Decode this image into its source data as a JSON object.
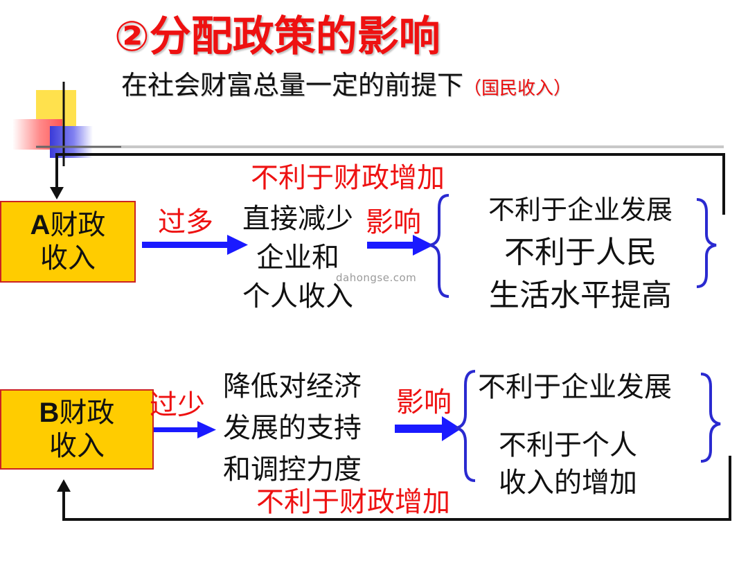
{
  "title": "②分配政策的影响",
  "subtitle": "在社会财富总量一定的前提下",
  "subtitle_note": "（国民收入）",
  "case_a": {
    "box_letter": "A",
    "box_line1": "财政",
    "box_line2": "收入",
    "condition": "过多",
    "effect_lines": [
      "直接减少",
      "企业和",
      "个人收入"
    ],
    "influence": "影响",
    "results": [
      "不利于企业发展",
      "不利于人民",
      "生活水平提高"
    ],
    "feedback": "不利于财政增加"
  },
  "case_b": {
    "box_letter": "B",
    "box_line1": "财政",
    "box_line2": "收入",
    "condition": "过少",
    "effect_lines": [
      "降低对经济",
      "发展的支持",
      "和调控力度"
    ],
    "influence": "影响",
    "results": [
      "不利于企业发展",
      "不利于个人",
      "收入的增加"
    ],
    "feedback": "不利于财政增加"
  },
  "watermark": "dahongse.com",
  "colors": {
    "accent_red": "#ee1111",
    "box_fill": "#ffcc00",
    "arrow_blue": "#1a1aff",
    "brace_blue": "#2a2ad0"
  }
}
